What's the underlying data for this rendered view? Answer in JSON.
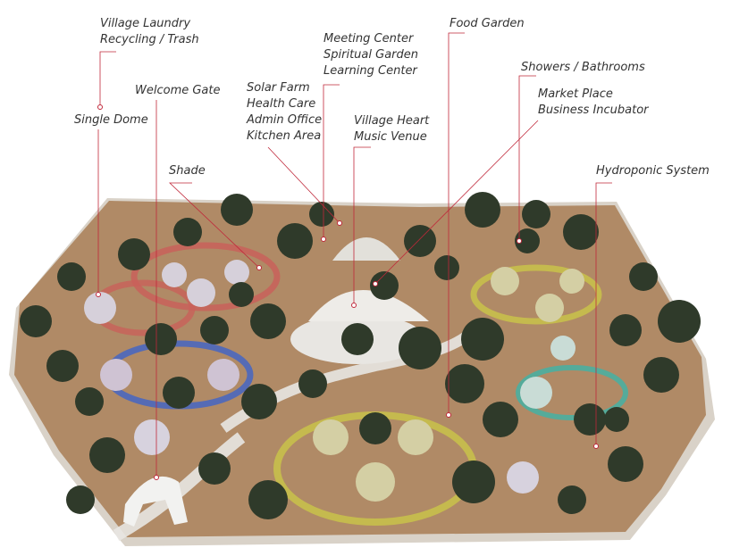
{
  "labels": {
    "laundry": [
      "Village Laundry",
      "Recycling / Trash"
    ],
    "welcome_gate": "Welcome Gate",
    "single_dome": "Single Dome",
    "shade": "Shade",
    "solar": [
      "Solar Farm",
      "Health Care",
      "Admin Office",
      "Kitchen Area"
    ],
    "meeting": [
      "Meeting Center",
      "Spiritual Garden",
      "Learning Center"
    ],
    "village_heart": [
      "Village Heart",
      "Music Venue"
    ],
    "food_garden": "Food Garden",
    "showers": "Showers / Bathrooms",
    "market": [
      "Market Place",
      "Business Incubator"
    ],
    "hydroponic": "Hydroponic System"
  },
  "colors": {
    "leader_line": "#c0283a",
    "label_text": "#333333",
    "ground": "#b08a66",
    "ground_edge": "#d9d2c8",
    "tree": "#2f3a2a",
    "path_red": "#c9605a",
    "path_yellow": "#c9c24a",
    "path_blue": "#3f63c9",
    "path_teal": "#3fb3a8",
    "path_white": "#e8e6e2",
    "dome": "#e2e0da"
  }
}
